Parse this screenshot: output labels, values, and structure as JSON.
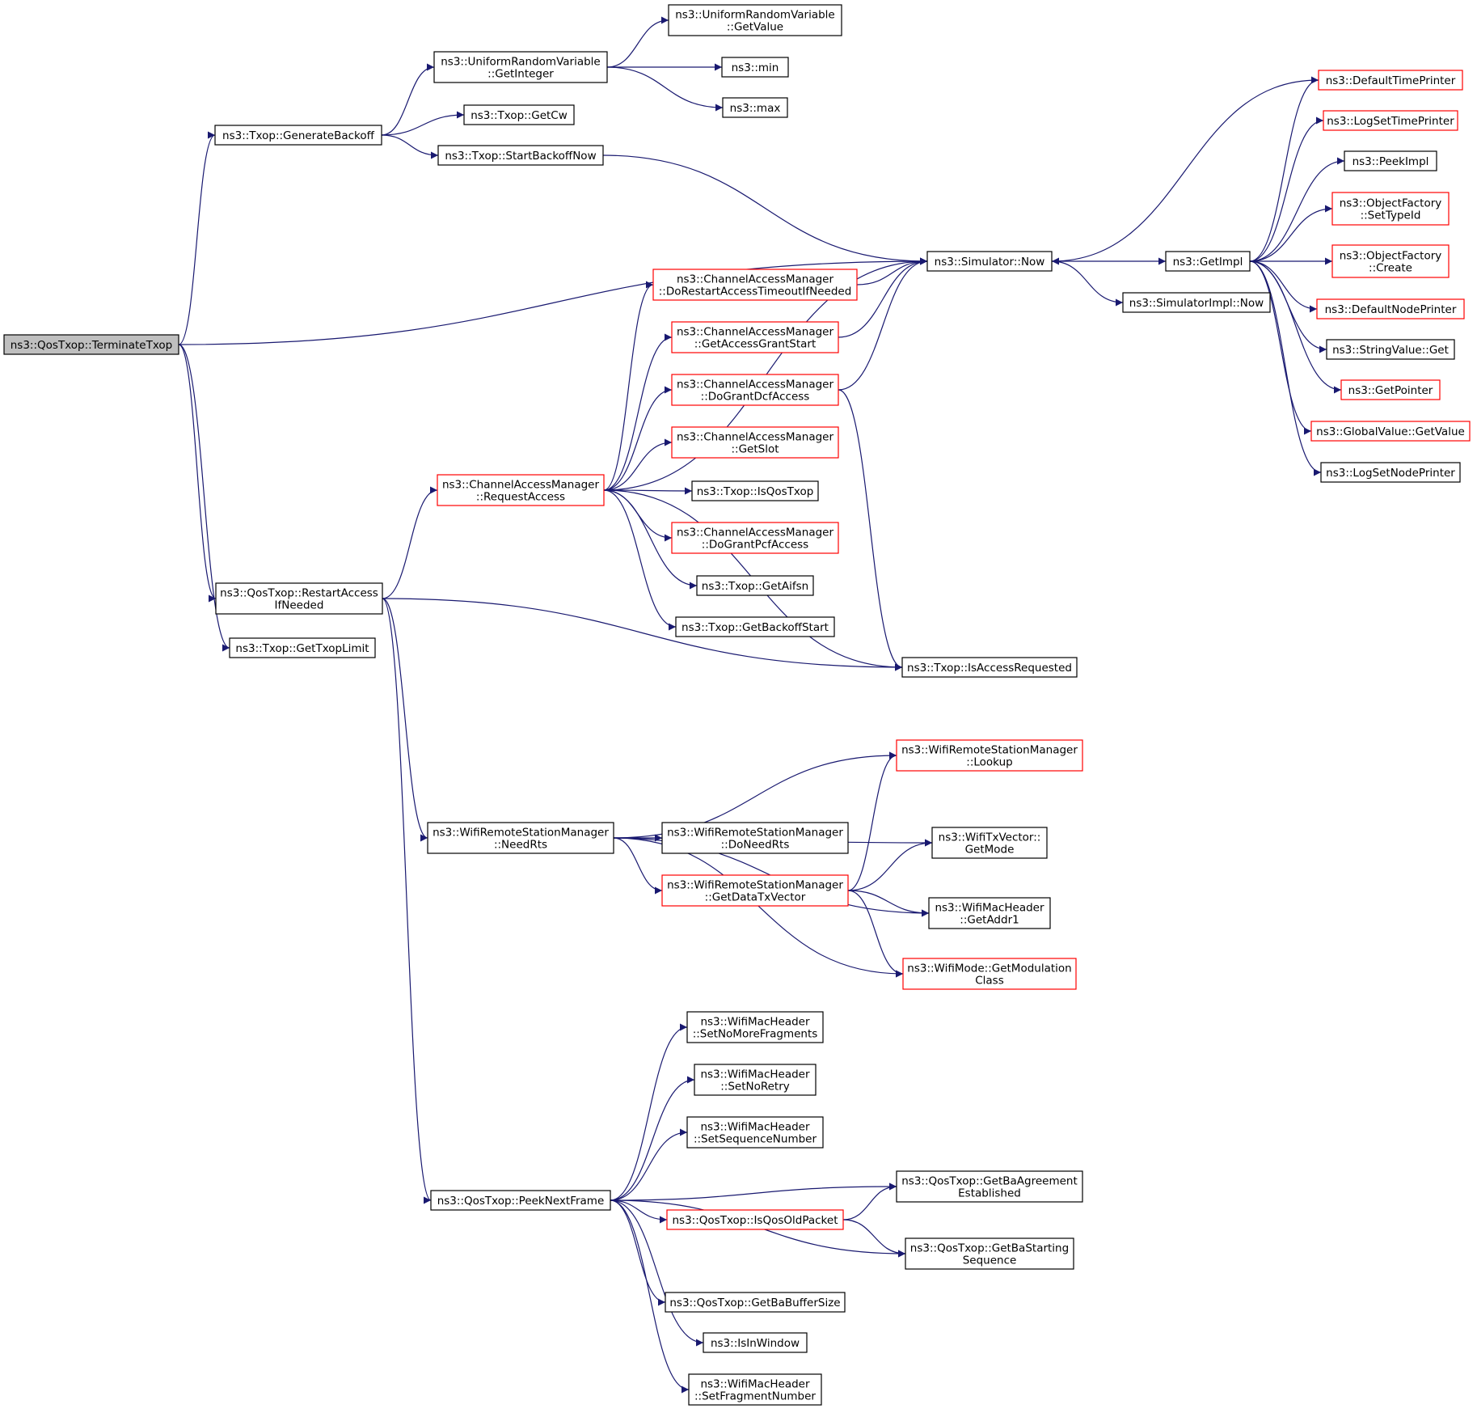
{
  "graph": {
    "edge_color": "#191970",
    "border_default": "#000000",
    "border_truncated": "#ff0000",
    "root_fill": "#bfbfbf",
    "nodes": [
      {
        "id": "terminate",
        "lines": [
          "ns3::QosTxop::TerminateTxop"
        ],
        "style": "root"
      },
      {
        "id": "genbackoff",
        "lines": [
          "ns3::Txop::GenerateBackoff"
        ],
        "style": "black"
      },
      {
        "id": "urv_getint",
        "lines": [
          "ns3::UniformRandomVariable",
          "::GetInteger"
        ],
        "style": "black"
      },
      {
        "id": "urv_getval",
        "lines": [
          "ns3::UniformRandomVariable",
          "::GetValue"
        ],
        "style": "black"
      },
      {
        "id": "min",
        "lines": [
          "ns3::min"
        ],
        "style": "black"
      },
      {
        "id": "max",
        "lines": [
          "ns3::max"
        ],
        "style": "black"
      },
      {
        "id": "getcw",
        "lines": [
          "ns3::Txop::GetCw"
        ],
        "style": "black"
      },
      {
        "id": "startbackoff",
        "lines": [
          "ns3::Txop::StartBackoffNow"
        ],
        "style": "black"
      },
      {
        "id": "simnow",
        "lines": [
          "ns3::Simulator::Now"
        ],
        "style": "black"
      },
      {
        "id": "getimpl",
        "lines": [
          "ns3::GetImpl"
        ],
        "style": "black"
      },
      {
        "id": "simimplnow",
        "lines": [
          "ns3::SimulatorImpl::Now"
        ],
        "style": "black"
      },
      {
        "id": "deftimeprinter",
        "lines": [
          "ns3::DefaultTimePrinter"
        ],
        "style": "red"
      },
      {
        "id": "logsettime",
        "lines": [
          "ns3::LogSetTimePrinter"
        ],
        "style": "red"
      },
      {
        "id": "peekimpl",
        "lines": [
          "ns3::PeekImpl"
        ],
        "style": "black"
      },
      {
        "id": "of_settypeid",
        "lines": [
          "ns3::ObjectFactory",
          "::SetTypeId"
        ],
        "style": "red"
      },
      {
        "id": "of_create",
        "lines": [
          "ns3::ObjectFactory",
          "::Create"
        ],
        "style": "red"
      },
      {
        "id": "defnodeprinter",
        "lines": [
          "ns3::DefaultNodePrinter"
        ],
        "style": "red"
      },
      {
        "id": "stringvalget",
        "lines": [
          "ns3::StringValue::Get"
        ],
        "style": "black"
      },
      {
        "id": "getpointer",
        "lines": [
          "ns3::GetPointer"
        ],
        "style": "red"
      },
      {
        "id": "globalvalget",
        "lines": [
          "ns3::GlobalValue::GetValue"
        ],
        "style": "red"
      },
      {
        "id": "logsetnode",
        "lines": [
          "ns3::LogSetNodePrinter"
        ],
        "style": "black"
      },
      {
        "id": "cam_dorestart",
        "lines": [
          "ns3::ChannelAccessManager",
          "::DoRestartAccessTimeoutIfNeeded"
        ],
        "style": "red"
      },
      {
        "id": "cam_getgrant",
        "lines": [
          "ns3::ChannelAccessManager",
          "::GetAccessGrantStart"
        ],
        "style": "red"
      },
      {
        "id": "cam_dograntdcf",
        "lines": [
          "ns3::ChannelAccessManager",
          "::DoGrantDcfAccess"
        ],
        "style": "red"
      },
      {
        "id": "cam_getslot",
        "lines": [
          "ns3::ChannelAccessManager",
          "::GetSlot"
        ],
        "style": "red"
      },
      {
        "id": "cam_request",
        "lines": [
          "ns3::ChannelAccessManager",
          "::RequestAccess"
        ],
        "style": "red"
      },
      {
        "id": "isqostxop",
        "lines": [
          "ns3::Txop::IsQosTxop"
        ],
        "style": "black"
      },
      {
        "id": "cam_dograntpcf",
        "lines": [
          "ns3::ChannelAccessManager",
          "::DoGrantPcfAccess"
        ],
        "style": "red"
      },
      {
        "id": "getaifsn",
        "lines": [
          "ns3::Txop::GetAifsn"
        ],
        "style": "black"
      },
      {
        "id": "getbackoffstart",
        "lines": [
          "ns3::Txop::GetBackoffStart"
        ],
        "style": "black"
      },
      {
        "id": "restart",
        "lines": [
          "ns3::QosTxop::RestartAccess",
          "IfNeeded"
        ],
        "style": "black"
      },
      {
        "id": "gettxoplimit",
        "lines": [
          "ns3::Txop::GetTxopLimit"
        ],
        "style": "black"
      },
      {
        "id": "isaccessreq",
        "lines": [
          "ns3::Txop::IsAccessRequested"
        ],
        "style": "black"
      },
      {
        "id": "wrsm_lookup",
        "lines": [
          "ns3::WifiRemoteStationManager",
          "::Lookup"
        ],
        "style": "red"
      },
      {
        "id": "wrsm_needrts",
        "lines": [
          "ns3::WifiRemoteStationManager",
          "::NeedRts"
        ],
        "style": "black"
      },
      {
        "id": "wrsm_doneedrts",
        "lines": [
          "ns3::WifiRemoteStationManager",
          "::DoNeedRts"
        ],
        "style": "black"
      },
      {
        "id": "txvec_getmode",
        "lines": [
          "ns3::WifiTxVector::",
          "GetMode"
        ],
        "style": "black"
      },
      {
        "id": "wrsm_getdatatx",
        "lines": [
          "ns3::WifiRemoteStationManager",
          "::GetDataTxVector"
        ],
        "style": "red"
      },
      {
        "id": "mac_getaddr1",
        "lines": [
          "ns3::WifiMacHeader",
          "::GetAddr1"
        ],
        "style": "black"
      },
      {
        "id": "mode_getmod",
        "lines": [
          "ns3::WifiMode::GetModulation",
          "Class"
        ],
        "style": "red"
      },
      {
        "id": "mac_nomorefrag",
        "lines": [
          "ns3::WifiMacHeader",
          "::SetNoMoreFragments"
        ],
        "style": "black"
      },
      {
        "id": "mac_noretry",
        "lines": [
          "ns3::WifiMacHeader",
          "::SetNoRetry"
        ],
        "style": "black"
      },
      {
        "id": "mac_seqnum",
        "lines": [
          "ns3::WifiMacHeader",
          "::SetSequenceNumber"
        ],
        "style": "black"
      },
      {
        "id": "peeknext",
        "lines": [
          "ns3::QosTxop::PeekNextFrame"
        ],
        "style": "black"
      },
      {
        "id": "getbaagree",
        "lines": [
          "ns3::QosTxop::GetBaAgreement",
          "Established"
        ],
        "style": "black"
      },
      {
        "id": "isqosold",
        "lines": [
          "ns3::QosTxop::IsQosOldPacket"
        ],
        "style": "red"
      },
      {
        "id": "getbastart",
        "lines": [
          "ns3::QosTxop::GetBaStarting",
          "Sequence"
        ],
        "style": "black"
      },
      {
        "id": "getbabuf",
        "lines": [
          "ns3::QosTxop::GetBaBufferSize"
        ],
        "style": "black"
      },
      {
        "id": "isinwindow",
        "lines": [
          "ns3::IsInWindow"
        ],
        "style": "black"
      },
      {
        "id": "mac_fragnum",
        "lines": [
          "ns3::WifiMacHeader",
          "::SetFragmentNumber"
        ],
        "style": "black"
      }
    ],
    "edges": [
      {
        "from": "terminate",
        "to": "genbackoff"
      },
      {
        "from": "terminate",
        "to": "simnow"
      },
      {
        "from": "terminate",
        "to": "restart"
      },
      {
        "from": "terminate",
        "to": "gettxoplimit"
      },
      {
        "from": "genbackoff",
        "to": "urv_getint"
      },
      {
        "from": "genbackoff",
        "to": "getcw"
      },
      {
        "from": "genbackoff",
        "to": "startbackoff"
      },
      {
        "from": "urv_getint",
        "to": "urv_getval"
      },
      {
        "from": "urv_getint",
        "to": "min"
      },
      {
        "from": "urv_getint",
        "to": "max"
      },
      {
        "from": "startbackoff",
        "to": "simnow"
      },
      {
        "from": "simnow",
        "to": "getimpl"
      },
      {
        "from": "simnow",
        "to": "simimplnow"
      },
      {
        "from": "getimpl",
        "to": "deftimeprinter"
      },
      {
        "from": "getimpl",
        "to": "logsettime"
      },
      {
        "from": "getimpl",
        "to": "peekimpl"
      },
      {
        "from": "getimpl",
        "to": "of_settypeid"
      },
      {
        "from": "getimpl",
        "to": "of_create"
      },
      {
        "from": "getimpl",
        "to": "defnodeprinter"
      },
      {
        "from": "getimpl",
        "to": "stringvalget"
      },
      {
        "from": "getimpl",
        "to": "getpointer"
      },
      {
        "from": "getimpl",
        "to": "globalvalget"
      },
      {
        "from": "getimpl",
        "to": "logsetnode"
      },
      {
        "from": "deftimeprinter",
        "to": "simnow"
      },
      {
        "from": "restart",
        "to": "cam_request"
      },
      {
        "from": "restart",
        "to": "isaccessreq"
      },
      {
        "from": "restart",
        "to": "wrsm_needrts"
      },
      {
        "from": "restart",
        "to": "peeknext"
      },
      {
        "from": "cam_request",
        "to": "simnow"
      },
      {
        "from": "cam_request",
        "to": "cam_dorestart"
      },
      {
        "from": "cam_request",
        "to": "cam_getgrant"
      },
      {
        "from": "cam_request",
        "to": "cam_dograntdcf"
      },
      {
        "from": "cam_request",
        "to": "cam_getslot"
      },
      {
        "from": "cam_request",
        "to": "isqostxop"
      },
      {
        "from": "cam_request",
        "to": "cam_dograntpcf"
      },
      {
        "from": "cam_request",
        "to": "getaifsn"
      },
      {
        "from": "cam_request",
        "to": "getbackoffstart"
      },
      {
        "from": "cam_request",
        "to": "isaccessreq"
      },
      {
        "from": "cam_dorestart",
        "to": "simnow"
      },
      {
        "from": "cam_getgrant",
        "to": "simnow"
      },
      {
        "from": "cam_dograntdcf",
        "to": "simnow"
      },
      {
        "from": "cam_dograntdcf",
        "to": "isaccessreq"
      },
      {
        "from": "wrsm_needrts",
        "to": "wrsm_lookup"
      },
      {
        "from": "wrsm_needrts",
        "to": "txvec_getmode"
      },
      {
        "from": "wrsm_needrts",
        "to": "wrsm_doneedrts"
      },
      {
        "from": "wrsm_needrts",
        "to": "wrsm_getdatatx"
      },
      {
        "from": "wrsm_needrts",
        "to": "mac_getaddr1"
      },
      {
        "from": "wrsm_needrts",
        "to": "mode_getmod"
      },
      {
        "from": "wrsm_getdatatx",
        "to": "wrsm_lookup"
      },
      {
        "from": "wrsm_getdatatx",
        "to": "txvec_getmode"
      },
      {
        "from": "wrsm_getdatatx",
        "to": "mac_getaddr1"
      },
      {
        "from": "wrsm_getdatatx",
        "to": "mode_getmod"
      },
      {
        "from": "peeknext",
        "to": "mac_nomorefrag"
      },
      {
        "from": "peeknext",
        "to": "mac_noretry"
      },
      {
        "from": "peeknext",
        "to": "mac_seqnum"
      },
      {
        "from": "peeknext",
        "to": "getbaagree"
      },
      {
        "from": "peeknext",
        "to": "isqosold"
      },
      {
        "from": "peeknext",
        "to": "getbastart"
      },
      {
        "from": "peeknext",
        "to": "getbabuf"
      },
      {
        "from": "peeknext",
        "to": "isinwindow"
      },
      {
        "from": "peeknext",
        "to": "mac_fragnum"
      },
      {
        "from": "isqosold",
        "to": "getbaagree"
      },
      {
        "from": "isqosold",
        "to": "getbastart"
      }
    ]
  }
}
